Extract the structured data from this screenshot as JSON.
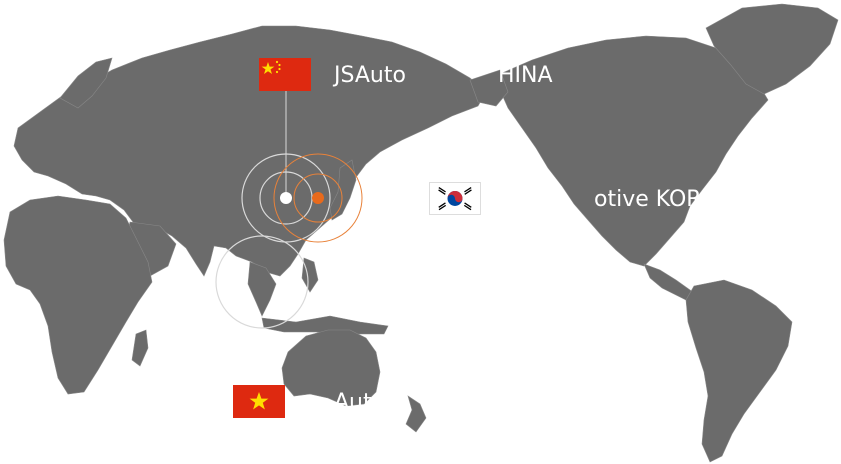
{
  "colors": {
    "land": "#6b6b6b",
    "land_border": "#888888",
    "ocean": "#ffffff",
    "ring_white": "#d9d9d9",
    "ring_orange": "#e8823a",
    "marker_korea": "#e86a1c",
    "flag_red": "#de2910",
    "flag_yellow": "#ffde00"
  },
  "markers": {
    "china": {
      "flag_icon": "china-flag-icon",
      "label": "JSAuto",
      "label_tail": "HINA"
    },
    "korea": {
      "flag_icon": "south-korea-flag-icon",
      "label": "otive KOR"
    },
    "vietnam": {
      "flag_icon": "vietnam-flag-icon",
      "label": "Aut"
    }
  }
}
